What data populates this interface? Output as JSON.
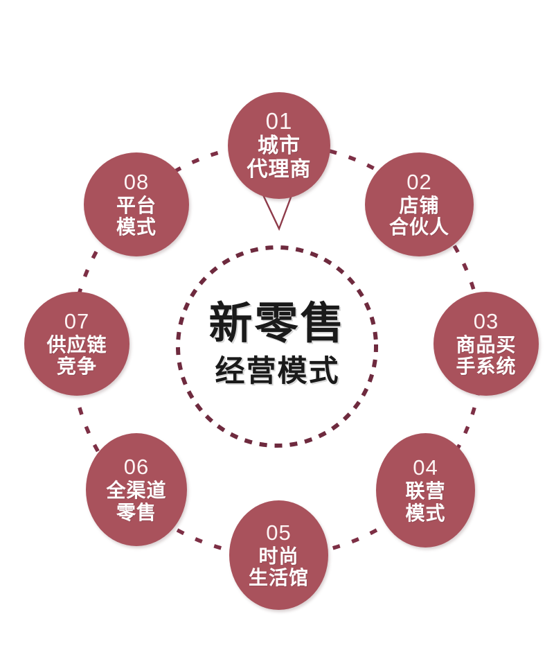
{
  "center": {
    "title": "新零售",
    "subtitle": "经营模式",
    "ring_style": "dotted-circle"
  },
  "colors": {
    "bubble_fill": "#a9525c",
    "dot_connector": "#7d2f45",
    "center_text": "#1a1a1a",
    "background": "#ffffff",
    "bubble_text": "#ffffff",
    "pointer_stroke": "#8e3b4a"
  },
  "nodes": [
    {
      "id": "01",
      "number": "01",
      "line1": "城市",
      "line2": "代理商",
      "full_label": "城市代理商"
    },
    {
      "id": "02",
      "number": "02",
      "line1": "店铺",
      "line2": "合伙人",
      "full_label": "店铺合伙人"
    },
    {
      "id": "03",
      "number": "03",
      "line1": "商品买",
      "line2": "手系统",
      "full_label": "商品买手系统"
    },
    {
      "id": "04",
      "number": "04",
      "line1": "联营",
      "line2": "模式",
      "full_label": "联营模式"
    },
    {
      "id": "05",
      "number": "05",
      "line1": "时尚",
      "line2": "生活馆",
      "full_label": "时尚生活馆"
    },
    {
      "id": "06",
      "number": "06",
      "line1": "全渠道",
      "line2": "零售",
      "full_label": "全渠道零售"
    },
    {
      "id": "07",
      "number": "07",
      "line1": "供应链",
      "line2": "竞争",
      "full_label": "供应链竞争"
    },
    {
      "id": "08",
      "number": "08",
      "line1": "平台",
      "line2": "模式",
      "full_label": "平台模式"
    }
  ],
  "chart_data": {
    "type": "diagram",
    "title": "新零售经营模式",
    "layout": "radial-cycle-8-nodes",
    "categories": [
      "01",
      "02",
      "03",
      "04",
      "05",
      "06",
      "07",
      "08"
    ],
    "labels": [
      "城市代理商",
      "店铺合伙人",
      "商品买手系统",
      "联营模式",
      "时尚生活馆",
      "全渠道零售",
      "供应链竞争",
      "平台模式"
    ],
    "connector_style": "dotted",
    "legend": "none"
  }
}
